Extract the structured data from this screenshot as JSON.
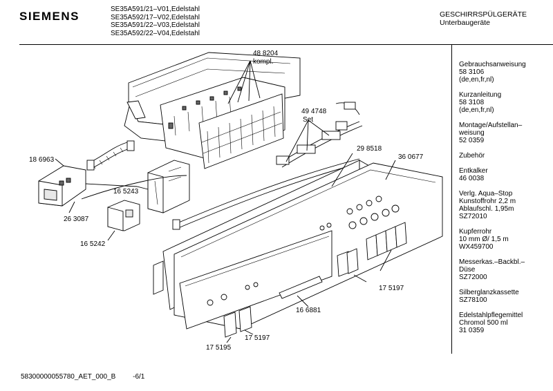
{
  "header": {
    "brand": "SIEMENS",
    "models": [
      "SE35A591/21–V01,Edelstahl",
      "SE35A592/17–V02,Edelstahl",
      "SE35A591/22–V03,Edelstahl",
      "SE35A592/22–V04,Edelstahl"
    ],
    "category_line1": "GESCHIRRSPÜLGERÄTE",
    "category_line2": "Unterbaugeräte"
  },
  "sidebar": [
    [
      "Gebrauchsanweisung",
      "58 3106",
      "(de,en,fr,nl)"
    ],
    [
      "Kurzanleitung",
      "58 3108",
      "(de,en,fr,nl)"
    ],
    [
      "Montage/Aufstellan–",
      "weisung",
      "52 0359"
    ],
    [
      "Zubehör"
    ],
    [
      "Entkalker",
      "46 0038"
    ],
    [
      "Verlg. Aqua–Stop",
      "Kunstoffrohr 2,2 m",
      "Ablaufschl. 1,95m",
      "SZ72010"
    ],
    [
      "Kupferrohr",
      "10 mm Ø/ 1,5 m",
      "WX459700"
    ],
    [
      "Messerkas.–Backbl.–",
      "Düse",
      "SZ72000"
    ],
    [
      "Silberglanzkassette",
      "SZ78100"
    ],
    [
      "Edelstahlpflegemittel",
      "Chromol 500 ml",
      "31 0359"
    ]
  ],
  "parts": {
    "p488204": "48 8204",
    "kompl": "kompl.",
    "p494748": "49 4748",
    "set": "Set",
    "p186963": "18 6963",
    "p165243": "16 5243",
    "p298518": "29 8518",
    "p360677": "36 0677",
    "p263087": "26 3087",
    "p165242": "16 5242",
    "p175197a": "17 5197",
    "p166881": "16 6881",
    "p175197b": "17 5197",
    "p175195": "17 5195"
  },
  "footer": {
    "doc_id": "58300000055780_AET_000_B",
    "page": "-6/1"
  }
}
